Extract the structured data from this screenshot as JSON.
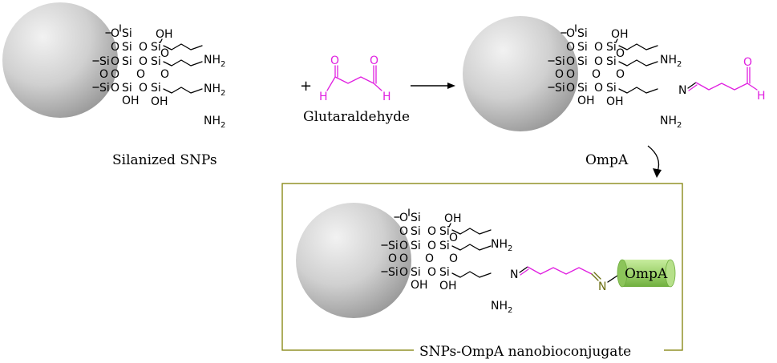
{
  "labels": {
    "silanized": "Silanized SNPs",
    "glutaraldehyde": "Glutaraldehyde",
    "plus": "+",
    "ompa_reagent": "OmpA",
    "ompa_tag": "OmpA",
    "conjugate": "SNPs-OmpA nanobioconjugate"
  },
  "atoms": {
    "o": "O",
    "si": "Si",
    "oh": "OH",
    "nh2": "NH2",
    "n": "N",
    "h": "H"
  },
  "colors": {
    "aldehyde": "#e020e0",
    "imine_n": "#6b6e12",
    "box": "#8a8a1a",
    "ompa_fill": "#9fd36e",
    "sphere": "#c8c8c8"
  }
}
